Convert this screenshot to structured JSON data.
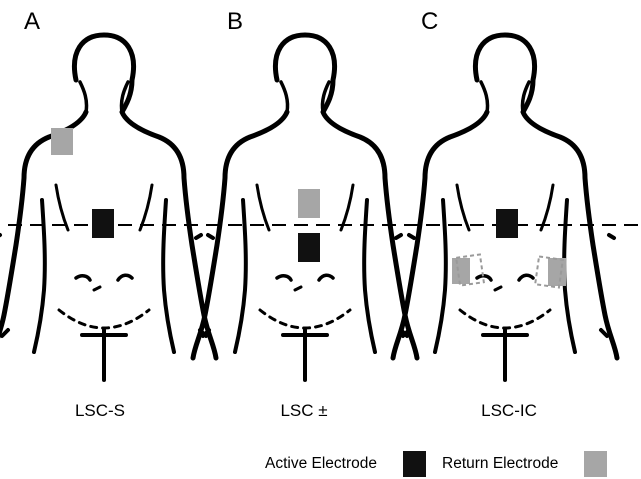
{
  "panels": [
    {
      "letter": "A",
      "caption": "LSC-S"
    },
    {
      "letter": "B",
      "caption": "LSC ±"
    },
    {
      "letter": "C",
      "caption": "LSC-IC"
    }
  ],
  "legend": {
    "active_label": "Active Electrode",
    "return_label": "Return Electrode"
  },
  "colors": {
    "active": "#111111",
    "return": "#a6a6a6",
    "outline": "#000000",
    "dashed_return": "#9a9a9a"
  },
  "icons": {
    "body": "human-torso-outline-icon"
  }
}
